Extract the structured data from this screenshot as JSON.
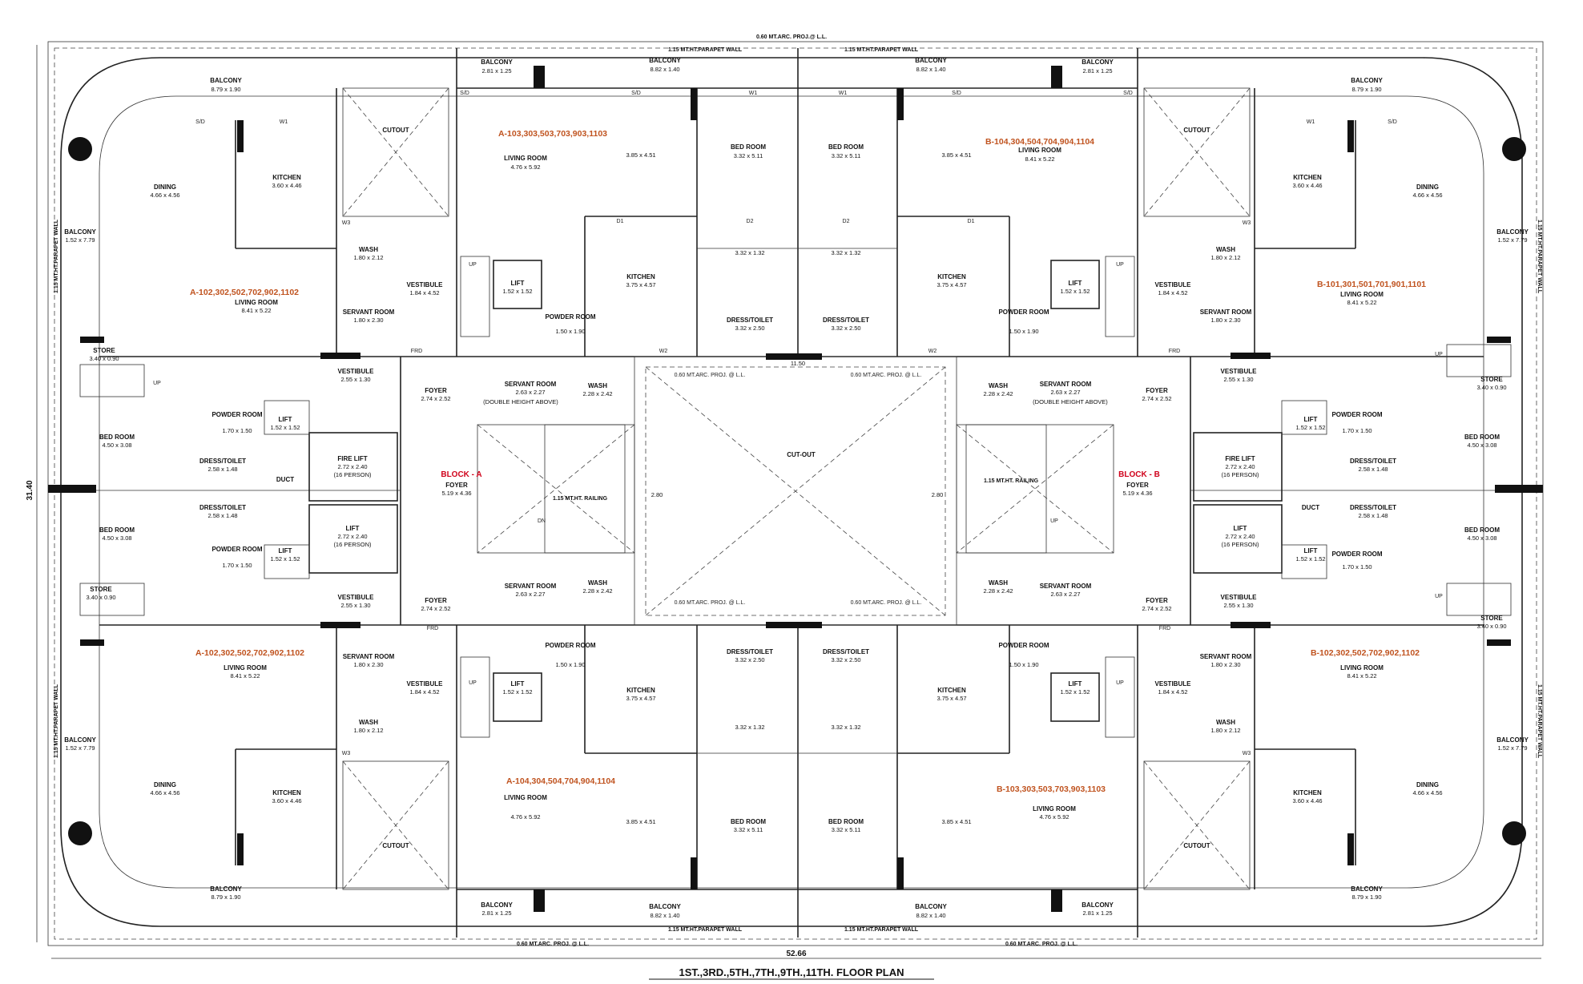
{
  "drawing": {
    "title": "1ST.,3RD.,5TH.,7TH.,9TH.,11TH. FLOOR PLAN",
    "overall_width": "52.66",
    "overall_depth": "31.40",
    "top_parapet": "0.60 MT.ARC. PROJ.@ L.L.",
    "bottom_parapet": "0.60 MT.ARC. PROJ. @ L.L.",
    "left_wall_label": "1.15 MT.HT.PARAPET WALL",
    "right_wall_label": "1.15 MT.HT.PARAPET WALL"
  },
  "units": {
    "tl": "A-103,303,503,703,903,1103",
    "tr": "B-104,304,504,704,904,1104",
    "ml": "A-102,302,502,702,902,1102",
    "mr": "B-101,301,501,701,901,1101",
    "ll": "A-102,302,502,702,902,1102",
    "lr": "B-102,302,502,702,902,1102",
    "bl": "A-104,304,504,704,904,1104",
    "br": "B-103,303,503,703,903,1103"
  },
  "blocks": {
    "a": "BLOCK - A",
    "b": "BLOCK - B"
  },
  "core": {
    "cutout": "CUT-OUT",
    "span": "11.50",
    "dim1": "2.80",
    "dim2": "2.80"
  },
  "rooms": {
    "living": "LIVING ROOM",
    "bed": "BED ROOM",
    "kitchen": "KITCHEN",
    "dining": "DINING",
    "balcony": "BALCONY",
    "wash": "WASH",
    "servant": "SERVANT ROOM",
    "vestibule": "VESTIBULE",
    "lift": "LIFT",
    "fire_lift": "FIRE LIFT",
    "powder": "POWDER ROOM",
    "dress": "DRESS/TOILET",
    "store": "STORE",
    "foyer": "FOYER",
    "duct": "DUCT",
    "cutout": "CUTOUT"
  },
  "dims": {
    "living_a": "4.76 x 5.92",
    "living_b": "8.41 x 5.22",
    "bed_a": "3.85 x 4.51",
    "bed_b": "3.32 x 5.11",
    "bed_c": "4.50 x 3.08",
    "kitchen_a": "3.60 x 4.46",
    "kitchen_b": "3.75 x 4.57",
    "dining": "4.66 x 4.56",
    "balcony_a": "8.79 x 1.90",
    "balcony_b": "2.81 x 1.25",
    "balcony_c": "8.82 x 1.40",
    "balcony_d": "1.52 x 7.79",
    "wash_a": "1.80 x 2.12",
    "wash_b": "2.28 x 2.42",
    "servant_a": "1.80 x 2.30",
    "servant_b": "2.63 x 2.27",
    "vest_a": "1.84 x 4.52",
    "vest_b": "2.55 x 1.30",
    "lift_a": "1.52 x 1.52",
    "lift_b": "2.72 x 2.40",
    "powder_a": "1.50 x 1.90",
    "powder_b": "1.70 x 1.50",
    "dress_a": "3.32 x 2.50",
    "dress_b": "2.58 x 1.48",
    "toilet": "3.32 x 1.32",
    "store": "3.40 x 0.90",
    "foyer_a": "2.74 x 2.52",
    "foyer_b": "5.19 x 4.36"
  },
  "notes": {
    "person16": "(16 PERSON)",
    "double_height": "(DOUBLE HEIGHT ABOVE)",
    "railing": "1.15 MT.HT. RAILING",
    "parapet": "1.15 MT.HT.PARAPET WALL",
    "arc_proj": "0.60 MT.ARC. PROJ. @ L.L."
  },
  "ticks": {
    "d1": "D1",
    "d2": "D2",
    "w1": "W1",
    "w2": "W2",
    "w3": "W3",
    "sd": "S/D",
    "frd": "FRD",
    "up": "UP",
    "dn": "DN"
  }
}
